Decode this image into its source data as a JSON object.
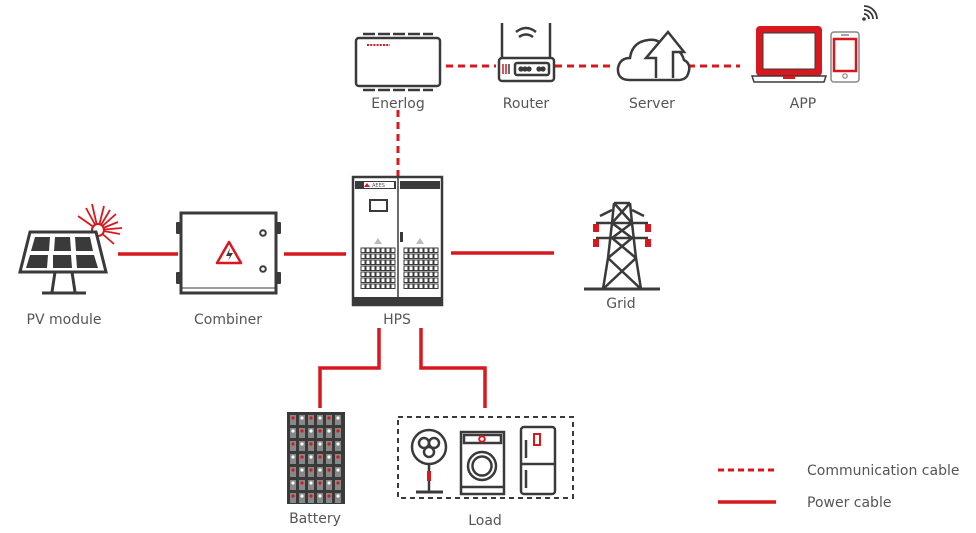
{
  "diagram": {
    "colors": {
      "accent": "#d7191f",
      "stroke": "#3a3a3a",
      "text": "#555555"
    },
    "nodes": {
      "enerlog": "Enerlog",
      "router": "Router",
      "server": "Server",
      "app": "APP",
      "pv_module": "PV module",
      "combiner": "Combiner",
      "hps": "HPS",
      "grid": "Grid",
      "battery": "Battery",
      "load": "Load"
    },
    "hps_brand": "AEES",
    "legend": {
      "communication": "Communication cable",
      "power": "Power cable"
    }
  }
}
